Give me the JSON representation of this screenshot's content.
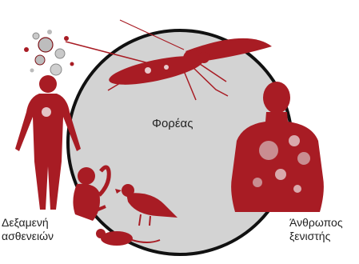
{
  "labels": {
    "center": "Φορέας",
    "reservoir_line1": "Δεξαμενή",
    "reservoir_line2": "ασθενειών",
    "human_line1": "Άνθρωπος",
    "human_line2": "ξενιστής"
  },
  "colors": {
    "figure": "#a81c24",
    "figure_dark": "#7e1218",
    "circle_fill": "#d3d3d3",
    "circle_ring": "#111111",
    "text": "#222222",
    "background": "#ffffff"
  },
  "icons": [
    "virus-particles-icon",
    "mosquito-icon",
    "sick-human-icon",
    "human-host-icon",
    "monkey-icon",
    "bird-icon",
    "rodent-icon"
  ]
}
